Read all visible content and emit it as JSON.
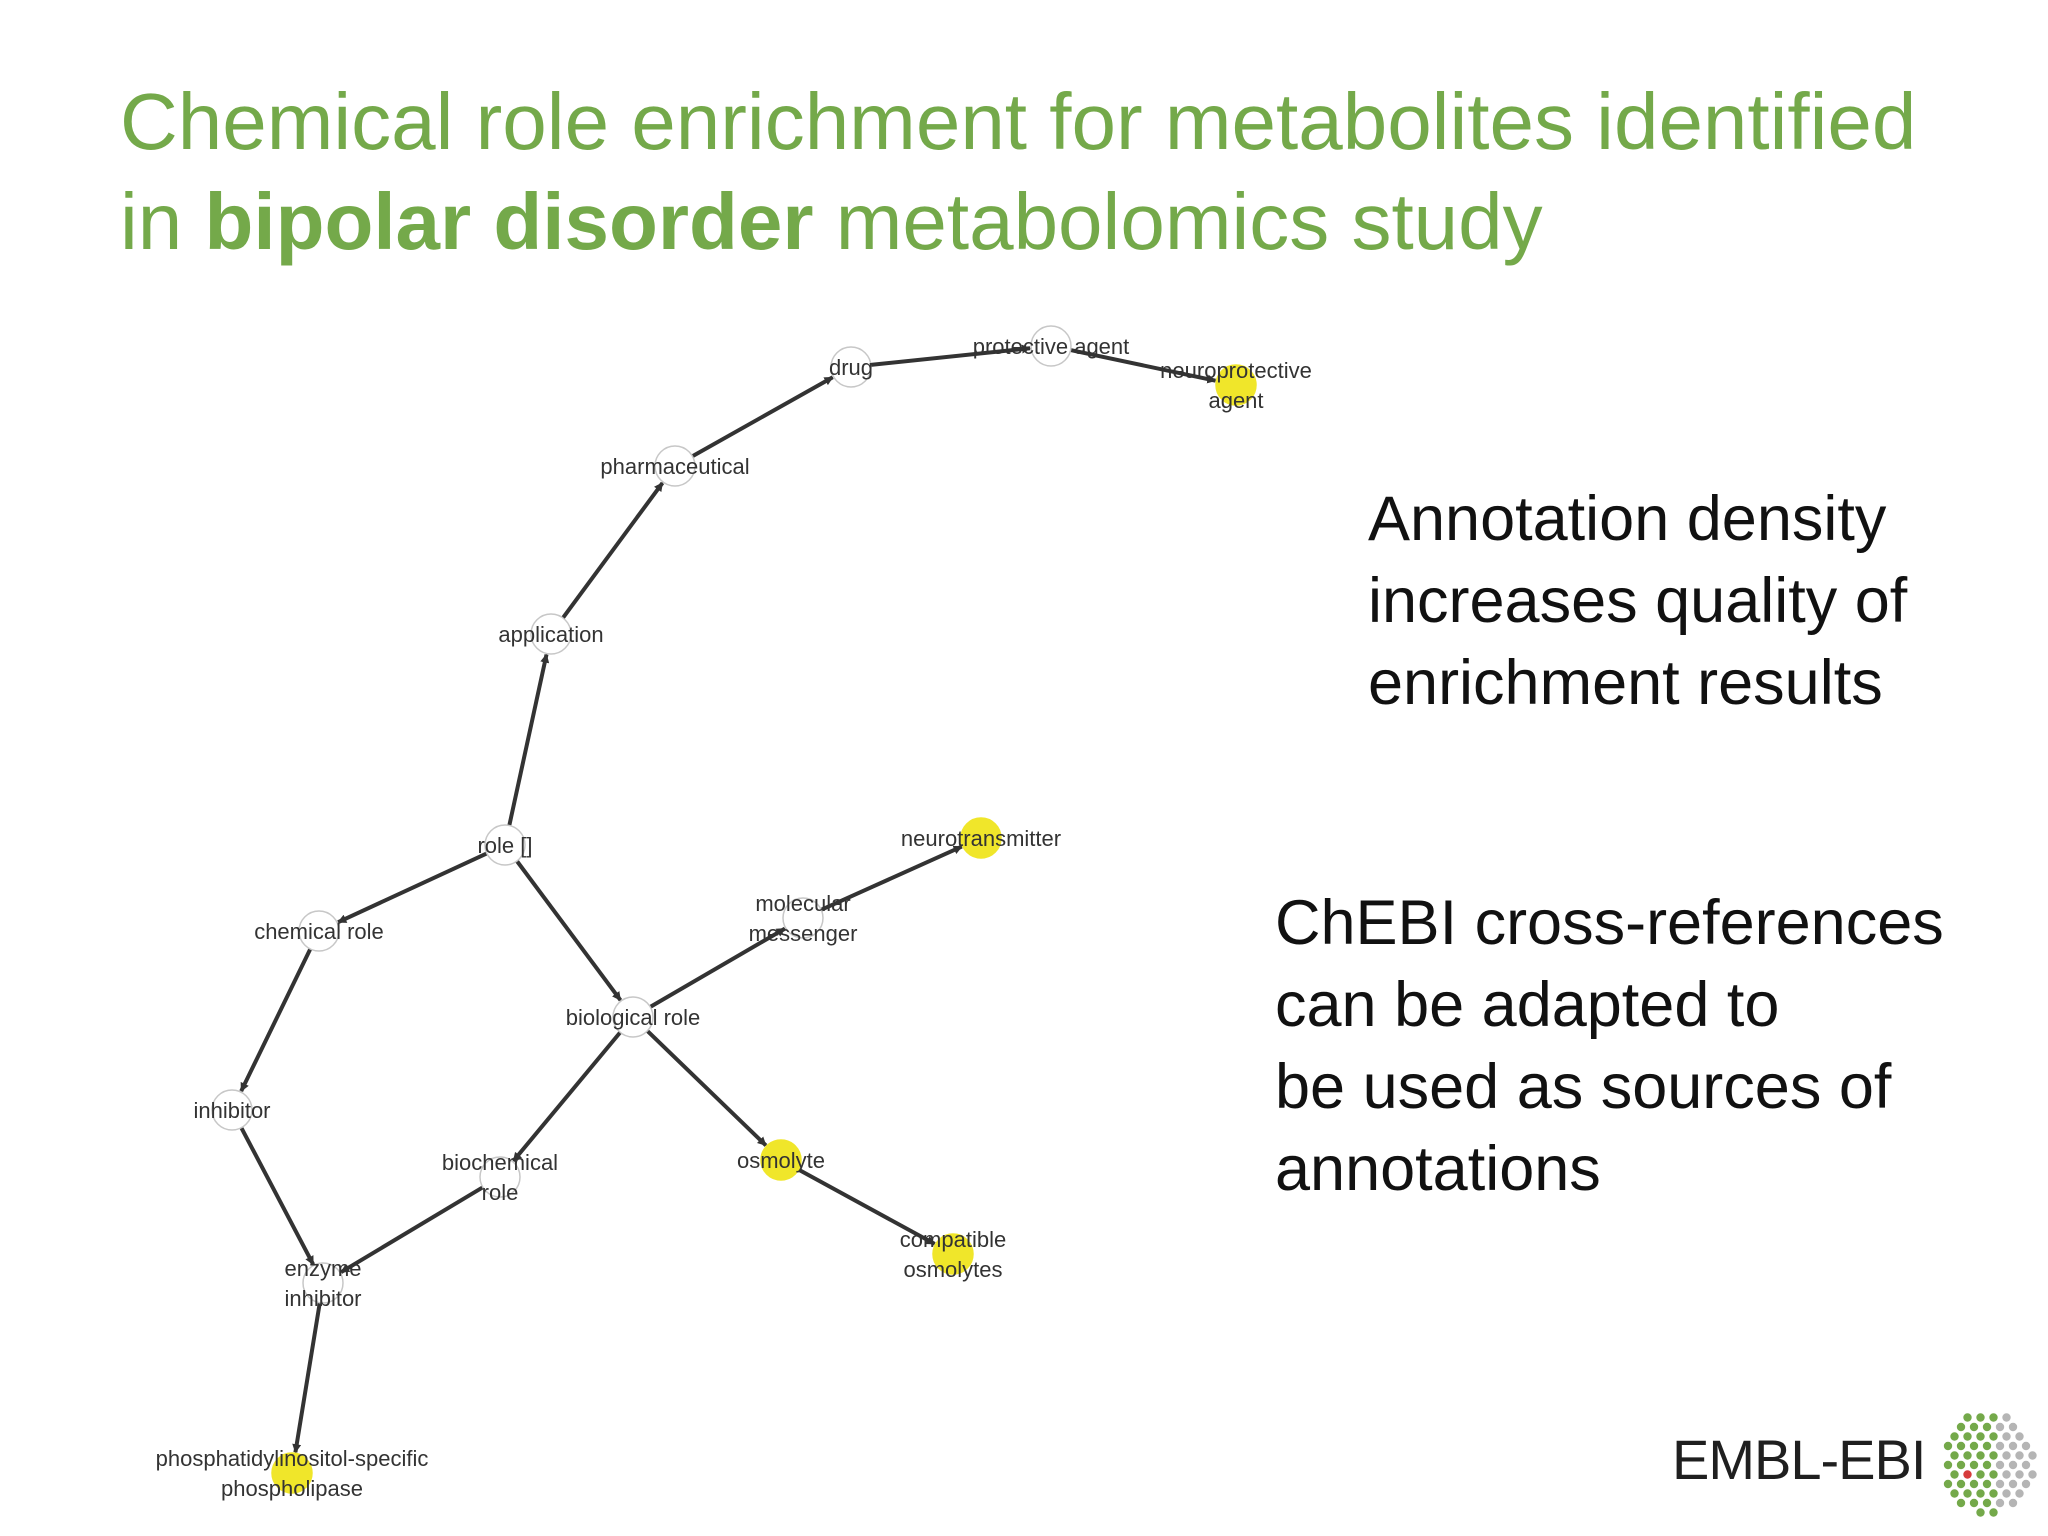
{
  "title": {
    "before": "Chemical role enrichment for metabolites identified in ",
    "bold": "bipolar disorder",
    "after": " metabolomics study"
  },
  "notes": {
    "density": "Annotation density\nincreases quality of\nenrichment results",
    "chebi": "ChEBI cross-references\ncan be adapted to\nbe used as sources of\nannotations"
  },
  "logo": {
    "text": "EMBL-EBI"
  },
  "colors": {
    "title": "#74a94a",
    "highlight_node": "#f0e62a",
    "plain_node": "#ffffff",
    "edge": "#333333",
    "logo_green": "#74a94a",
    "logo_grey": "#b5b5b5",
    "logo_red": "#d63b3b"
  },
  "graph": {
    "nodes": [
      {
        "id": "role",
        "label": [
          "role []"
        ],
        "highlight": false
      },
      {
        "id": "application",
        "label": [
          "application"
        ],
        "highlight": false
      },
      {
        "id": "pharmaceutical",
        "label": [
          "pharmaceutical"
        ],
        "highlight": false
      },
      {
        "id": "drug",
        "label": [
          "drug"
        ],
        "highlight": false
      },
      {
        "id": "protective_agent",
        "label": [
          "protective agent"
        ],
        "highlight": false
      },
      {
        "id": "neuroprotective_agent",
        "label": [
          "neuroprotective",
          "agent"
        ],
        "highlight": true
      },
      {
        "id": "chemical_role",
        "label": [
          "chemical role"
        ],
        "highlight": false
      },
      {
        "id": "inhibitor",
        "label": [
          "inhibitor"
        ],
        "highlight": false
      },
      {
        "id": "enzyme_inhibitor",
        "label": [
          "enzyme",
          "inhibitor"
        ],
        "highlight": false
      },
      {
        "id": "phospholipase",
        "label": [
          "phosphatidylinositol-specific",
          "phospholipase"
        ],
        "highlight": true
      },
      {
        "id": "biological_role",
        "label": [
          "biological role"
        ],
        "highlight": false
      },
      {
        "id": "biochemical_role",
        "label": [
          "biochemical",
          "role"
        ],
        "highlight": false
      },
      {
        "id": "molecular_messenger",
        "label": [
          "molecular",
          "messenger"
        ],
        "highlight": false
      },
      {
        "id": "neurotransmitter",
        "label": [
          "neurotransmitter"
        ],
        "highlight": true
      },
      {
        "id": "osmolyte",
        "label": [
          "osmolyte"
        ],
        "highlight": true
      },
      {
        "id": "compatible_osmolytes",
        "label": [
          "compatible",
          "osmolytes"
        ],
        "highlight": true
      }
    ],
    "edges": [
      [
        "role",
        "application"
      ],
      [
        "application",
        "pharmaceutical"
      ],
      [
        "pharmaceutical",
        "drug"
      ],
      [
        "drug",
        "protective_agent"
      ],
      [
        "protective_agent",
        "neuroprotective_agent"
      ],
      [
        "role",
        "chemical_role"
      ],
      [
        "chemical_role",
        "inhibitor"
      ],
      [
        "inhibitor",
        "enzyme_inhibitor"
      ],
      [
        "biochemical_role",
        "enzyme_inhibitor"
      ],
      [
        "enzyme_inhibitor",
        "phospholipase"
      ],
      [
        "role",
        "biological_role"
      ],
      [
        "biological_role",
        "biochemical_role"
      ],
      [
        "biological_role",
        "molecular_messenger"
      ],
      [
        "molecular_messenger",
        "neurotransmitter"
      ],
      [
        "biological_role",
        "osmolyte"
      ],
      [
        "osmolyte",
        "compatible_osmolytes"
      ]
    ]
  }
}
